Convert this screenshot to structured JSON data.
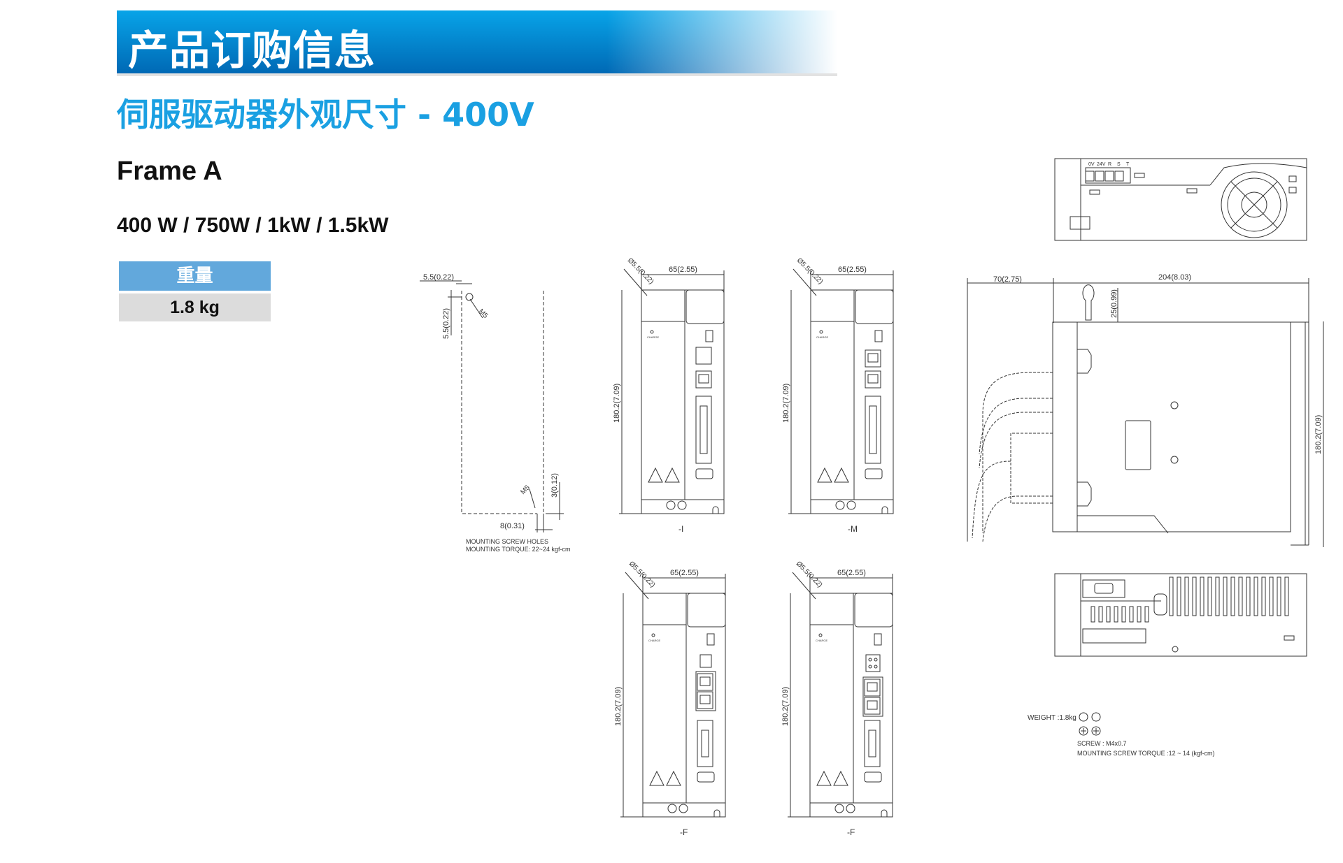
{
  "header": {
    "title": "产品订购信息"
  },
  "subtitle": "伺服驱动器外观尺寸 - 400V",
  "frame": {
    "name": "Frame A",
    "power": "400 W / 750W / 1kW / 1.5kW"
  },
  "weight_table": {
    "header": "重量",
    "value": "1.8 kg"
  },
  "mounting": {
    "dim_top": "5.5(0.22)",
    "dim_left": "5.5(0.22)",
    "screw_top": "M5",
    "screw_bottom": "M5",
    "dim_right": "3(0.12)",
    "dim_bottom": "8(0.31)",
    "note1": "MOUNTING SCREW HOLES",
    "note2": "MOUNTING TORQUE: 22~24 kgf-cm"
  },
  "front_views": [
    {
      "label": "-I",
      "variant": "I",
      "width": "65(2.55)",
      "height": "180.2(7.09)",
      "hole": "Ø5.5(0.22)",
      "charge": "CHARGE"
    },
    {
      "label": "-M",
      "variant": "M",
      "width": "65(2.55)",
      "height": "180.2(7.09)",
      "hole": "Ø5.5(0.22)",
      "charge": "CHARGE"
    },
    {
      "label": "-F",
      "variant": "F",
      "width": "65(2.55)",
      "height": "180.2(7.09)",
      "hole": "Ø5.5(0.22)",
      "charge": "CHARGE"
    },
    {
      "label": "-F",
      "variant": "E",
      "width": "65(2.55)",
      "height": "180.2(7.09)",
      "hole": "Ø5.5(0.22)",
      "charge": "CHARGE"
    }
  ],
  "side_view": {
    "depth_ext": "70(2.75)",
    "depth": "204(8.03)",
    "top_clear": "25(0.99)",
    "height": "180.2(7.09)"
  },
  "top_view": {
    "terminals": [
      "0V",
      "24V",
      "R",
      "S",
      "T"
    ]
  },
  "notes": {
    "weight": "WEIGHT :1.8kg",
    "screw": "SCREW : M4x0.7",
    "torque": "MOUNTING SCREW TORQUE :12 ~ 14 (kgf-cm)"
  },
  "colors": {
    "header_top": "#08a4e8",
    "header_bottom": "#0069b5",
    "subtitle": "#1aa0e2",
    "table_header": "#62a8dc",
    "table_value": "#dcdcdc"
  }
}
